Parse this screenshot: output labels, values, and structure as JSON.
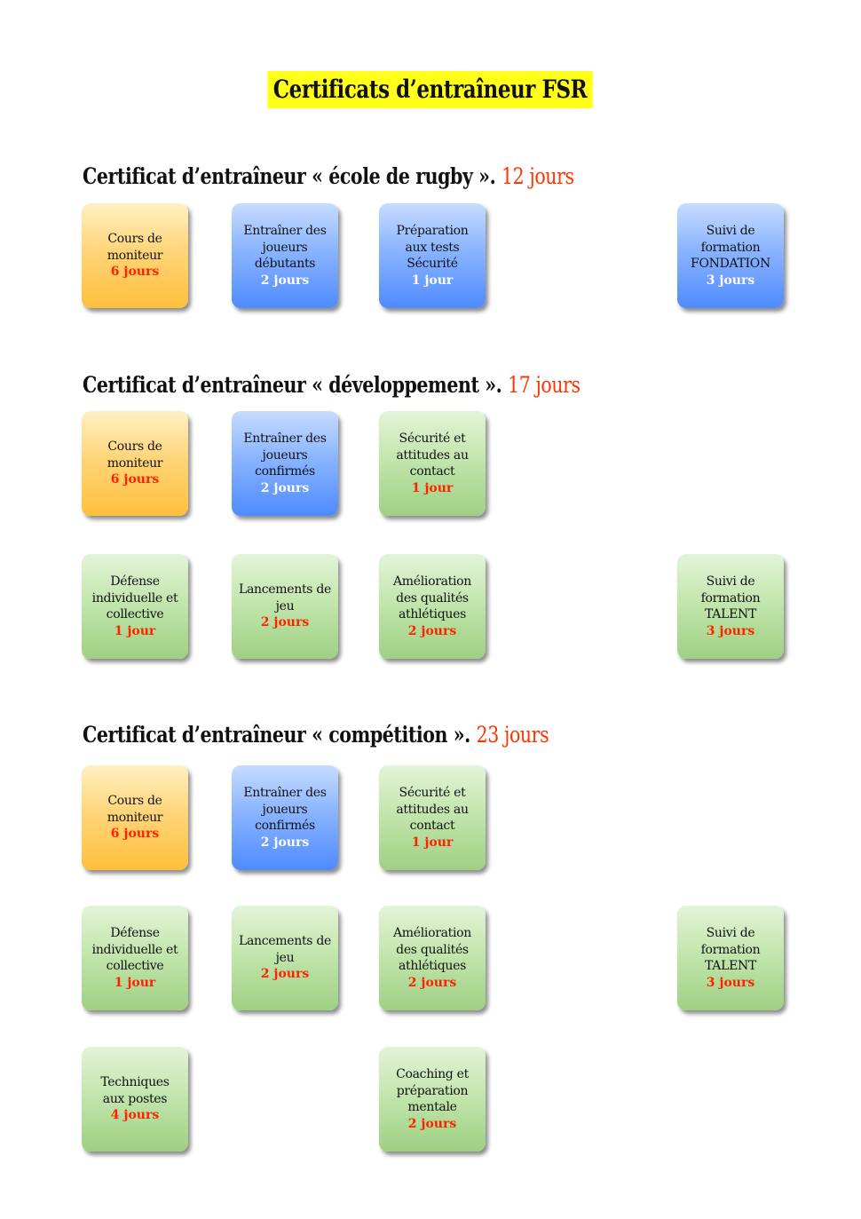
{
  "title": "Certificats d’entraîneur FSR",
  "sections": [
    {
      "title": "Certificat d’entraîneur « école de rugby ».",
      "days": "12 jours",
      "cards": [
        {
          "label": "Cours de\nmoniteur",
          "days": "6 jours",
          "color": "orange"
        },
        {
          "label": "Entraîner des\njoueurs\ndébutants",
          "days": "2 jours",
          "color": "blue"
        },
        {
          "label": "Préparation\naux tests\nSécurité",
          "days": "1 jour",
          "color": "blue"
        },
        {
          "label": "Suivi de\nformation\nFONDATION",
          "days": "3 jours",
          "color": "blue"
        }
      ]
    },
    {
      "title": "Certificat d’entraîneur « développement ».",
      "days": "17 jours",
      "cards": [
        {
          "label": "Cours de\nmoniteur",
          "days": "6 jours",
          "color": "orange"
        },
        {
          "label": "Entraîner des\njoueurs\nconfirmés",
          "days": "2 jours",
          "color": "blue"
        },
        {
          "label": "Sécurité et\nattitudes au\ncontact",
          "days": "1 jour",
          "color": "green"
        },
        {
          "label": "Défense\nindividuelle et\ncollective",
          "days": "1 jour",
          "color": "green"
        },
        {
          "label": "Lancements de\njeu",
          "days": "2 jours",
          "color": "green"
        },
        {
          "label": "Amélioration\ndes qualités\nathlétiques",
          "days": "2 jours",
          "color": "green"
        },
        {
          "label": "Suivi de\nformation\nTALENT",
          "days": "3 jours",
          "color": "green"
        }
      ]
    },
    {
      "title": "Certificat d’entraîneur « compétition ».",
      "days": "23 jours",
      "cards": [
        {
          "label": "Cours de\nmoniteur",
          "days": "6 jours",
          "color": "orange"
        },
        {
          "label": "Entraîner des\njoueurs\nconfirmés",
          "days": "2 jours",
          "color": "blue"
        },
        {
          "label": "Sécurité et\nattitudes au\ncontact",
          "days": "1 jour",
          "color": "green"
        },
        {
          "label": "Défense\nindividuelle et\ncollective",
          "days": "1 jour",
          "color": "green"
        },
        {
          "label": "Lancements de\njeu",
          "days": "2 jours",
          "color": "green"
        },
        {
          "label": "Amélioration\ndes qualités\nathlétiques",
          "days": "2 jours",
          "color": "green"
        },
        {
          "label": "Suivi de\nformation\nTALENT",
          "days": "3 jours",
          "color": "green"
        },
        {
          "label": "Techniques\naux postes",
          "days": "4 jours",
          "color": "green"
        },
        {
          "label": "Coaching et\npréparation\nmentale",
          "days": "2 jours",
          "color": "green"
        }
      ]
    }
  ]
}
